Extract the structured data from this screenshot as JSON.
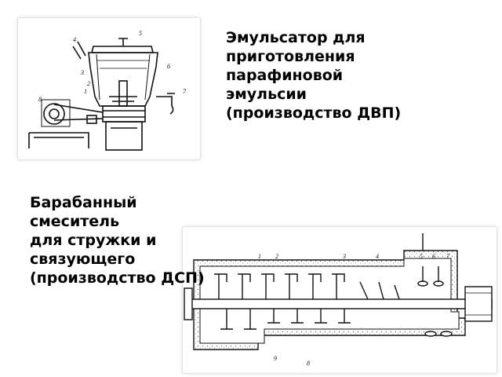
{
  "slide": {
    "caption_top": "Эмульсатор для\nприготовления\nпарафиновой\nэмульсии\n(производство ДВП)",
    "caption_bottom": "Барабанный\nсмеситель\nдля стружки и\nсвязующего\n(производство ДСП)"
  },
  "figure_emulsifier": {
    "labels": [
      "1",
      "2",
      "3",
      "4",
      "5",
      "6",
      "7",
      "8"
    ]
  },
  "figure_mixer": {
    "labels": [
      "1",
      "2",
      "3",
      "4",
      "5",
      "6",
      "7",
      "8",
      "9"
    ]
  }
}
